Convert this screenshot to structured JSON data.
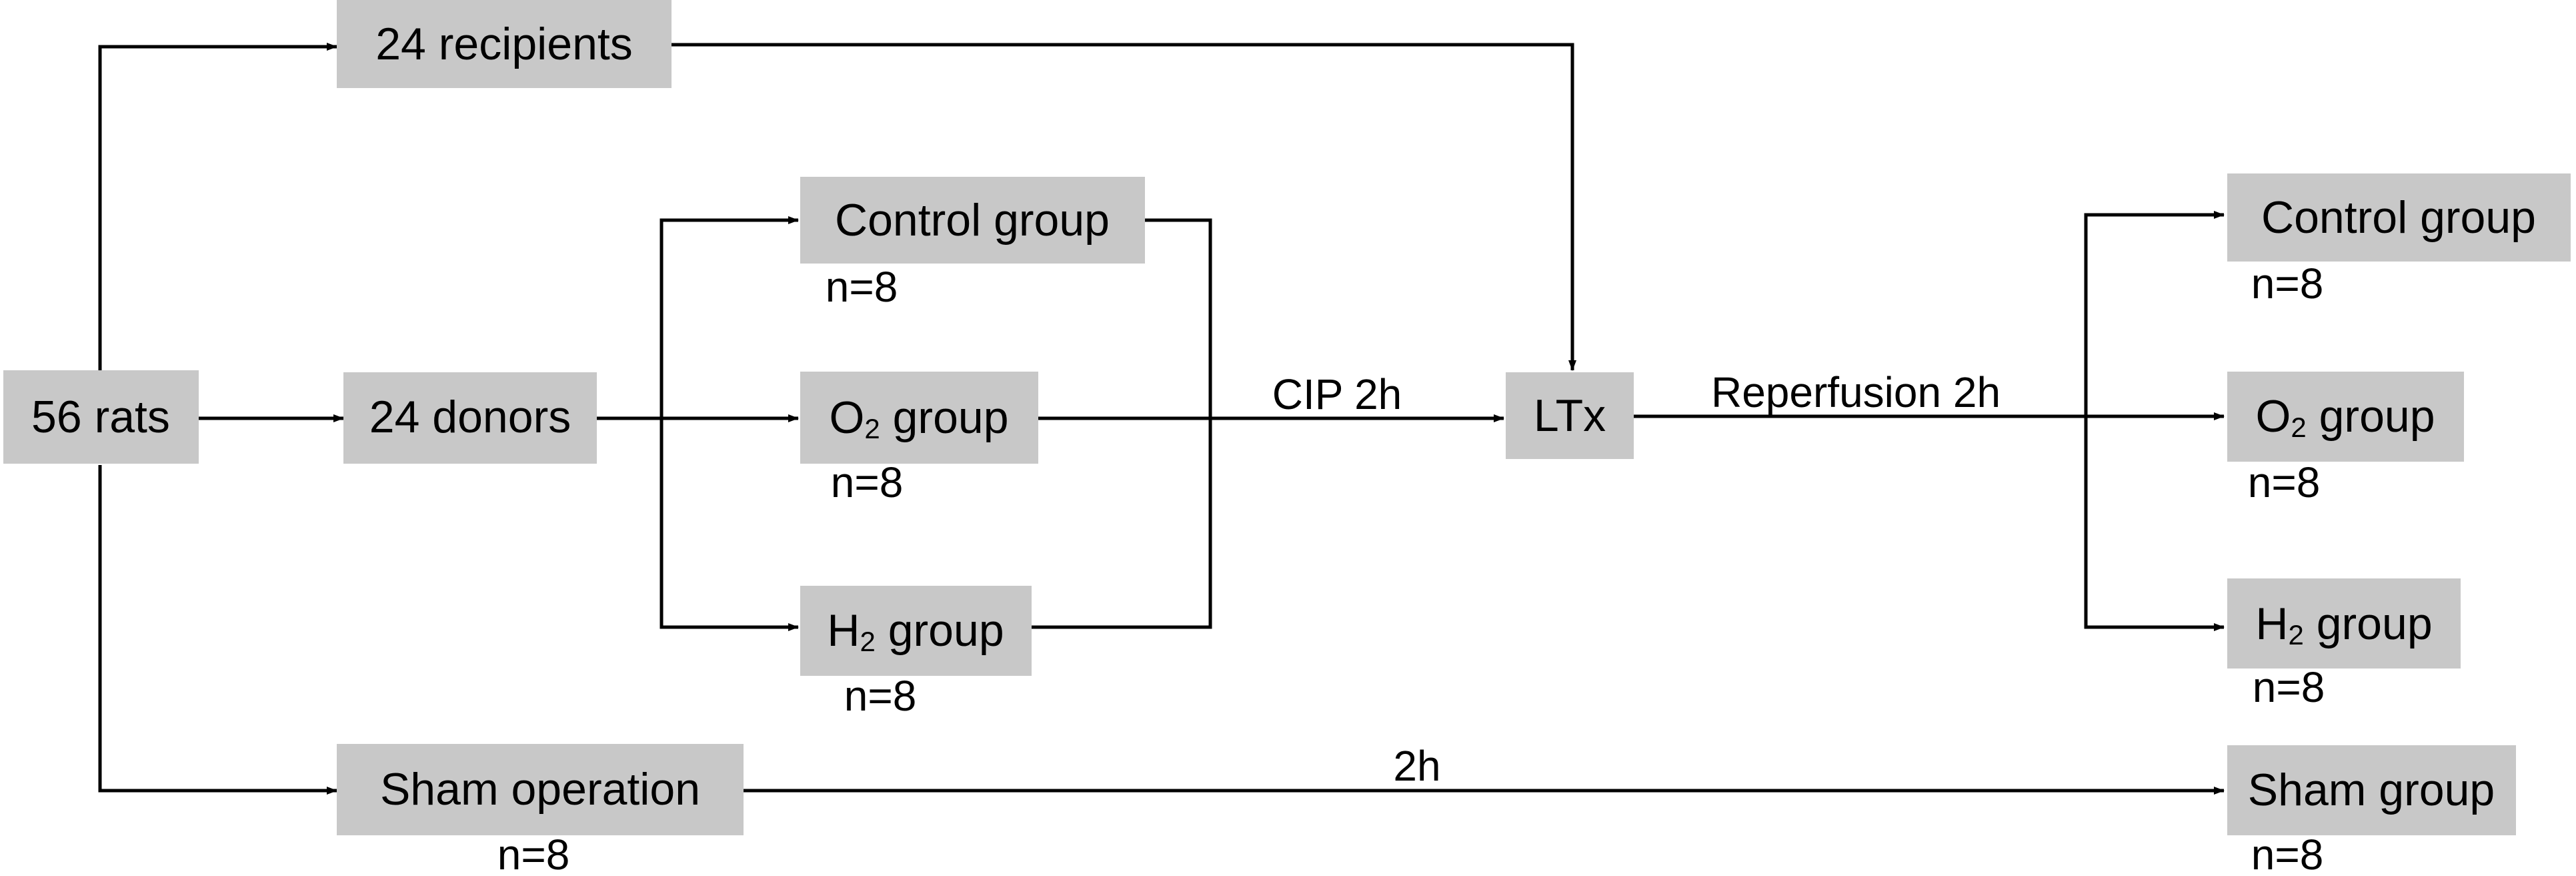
{
  "colors": {
    "box_fill": "#c8c8c8",
    "line": "#000000",
    "text": "#000000"
  },
  "nodes": {
    "rats": {
      "label": "56 rats"
    },
    "recipients": {
      "label": "24 recipients"
    },
    "donors": {
      "label": "24 donors"
    },
    "sham_op": {
      "label": "Sham operation",
      "count": "n=8"
    },
    "control_left": {
      "label": "Control group",
      "count": "n=8"
    },
    "o2_left": {
      "prefix": "O",
      "subscript": "2",
      "suffix": " group",
      "count": "n=8"
    },
    "h2_left": {
      "prefix": "H",
      "subscript": "2",
      "suffix": " group",
      "count": "n=8"
    },
    "ltx": {
      "label": "LTx"
    },
    "control_right": {
      "label": "Control group",
      "count": "n=8"
    },
    "o2_right": {
      "prefix": "O",
      "subscript": "2",
      "suffix": " group",
      "count": "n=8"
    },
    "h2_right": {
      "prefix": "H",
      "subscript": "2",
      "suffix": " group",
      "count": "n=8"
    },
    "sham_group": {
      "label": "Sham group",
      "count": "n=8"
    }
  },
  "edges": {
    "cip": "CIP 2h",
    "reperfusion": "Reperfusion 2h",
    "sham_time": "2h"
  }
}
